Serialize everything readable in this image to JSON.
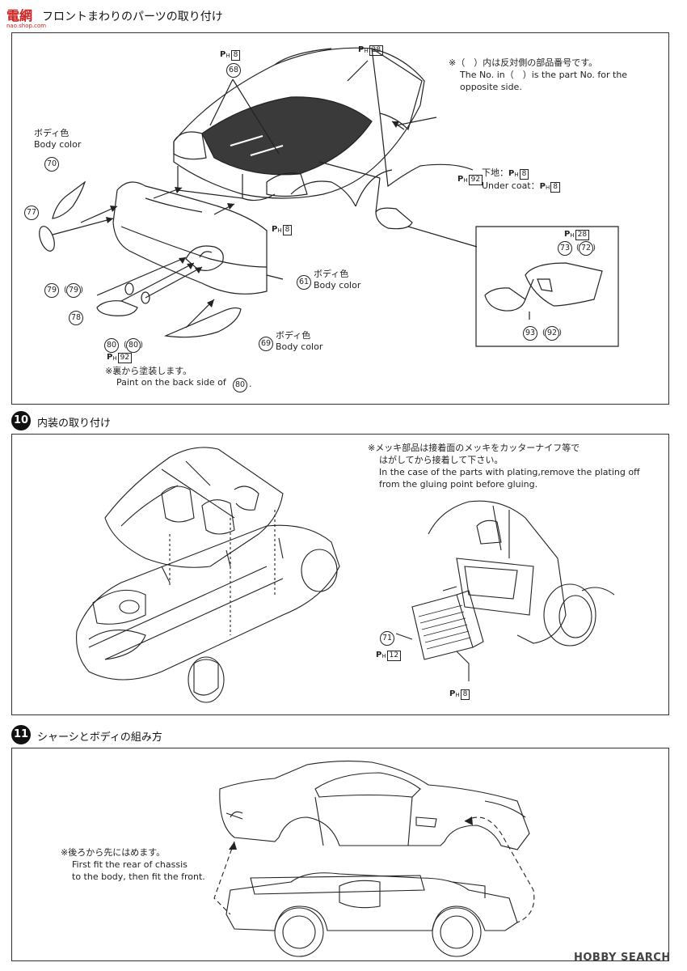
{
  "header": {
    "logo_text": "電網",
    "logo_sub": "nao.shop.com",
    "title": "フロントまわりのパーツの取り付け"
  },
  "section1": {
    "note_opposite": [
      "※（　）内は反対側の部品番号です。",
      "The No. in（　）is the part No. for the",
      "opposite side."
    ],
    "body_color_jp": "ボディ色",
    "body_color_en": "Body color",
    "undercoat_jp": "下地：",
    "undercoat_en": "Under coat：",
    "back_note_jp": "※裏から塗装します。",
    "back_note_en": "Paint on the back side of",
    "back_note_end": ".",
    "parts": {
      "p68": "68",
      "p70": "70",
      "p77": "77",
      "p79": "79",
      "p79b": "79",
      "p78": "78",
      "p80": "80",
      "p80b": "80",
      "p61": "61",
      "p69": "69",
      "p73": "73",
      "p72": "72",
      "p93": "93",
      "p92": "92",
      "p80note": "80"
    },
    "paint": {
      "ph_letter": "P",
      "h_letter": "H",
      "c8": "8",
      "c28": "28",
      "c92": "92"
    }
  },
  "section2": {
    "number": "10",
    "title": "内装の取り付け",
    "note": [
      "※メッキ部品は接着面のメッキをカッターナイフ等で",
      "はがしてから接着して下さい。",
      "In the case of the parts with plating,remove the plating off",
      "from the gluing point before gluing."
    ],
    "p71": "71",
    "c12": "12",
    "c8": "8"
  },
  "section3": {
    "number": "11",
    "title": "シャーシとボディの組み方",
    "note": [
      "※後ろから先にはめます。",
      "First fit the rear of chassis",
      "to the body, then fit the front."
    ]
  },
  "watermark": "HOBBY SEARCH"
}
